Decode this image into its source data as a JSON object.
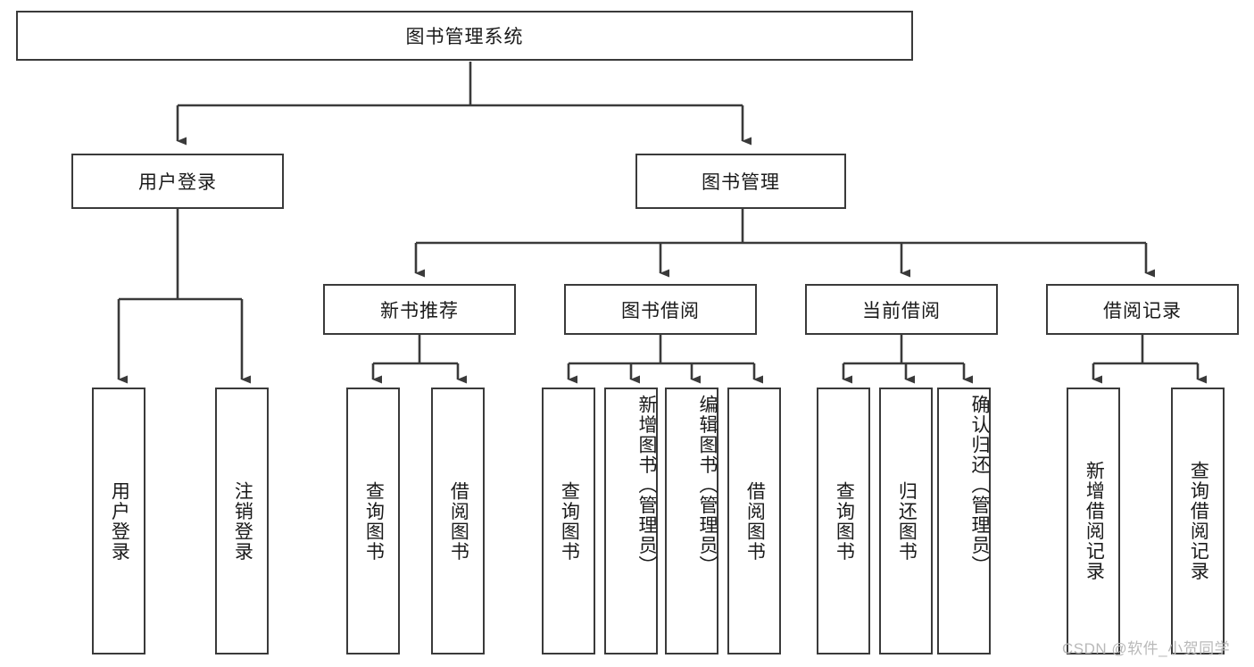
{
  "diagram": {
    "type": "hierarchy-tree",
    "title": "图书管理系统",
    "root": {
      "label": "图书管理系统"
    },
    "level1": [
      {
        "label": "用户登录"
      },
      {
        "label": "图书管理"
      }
    ],
    "level2": [
      {
        "label": "新书推荐"
      },
      {
        "label": "图书借阅"
      },
      {
        "label": "当前借阅"
      },
      {
        "label": "借阅记录"
      }
    ],
    "leaves": {
      "user_login": [
        {
          "label": "用户登录"
        },
        {
          "label": "注销登录"
        }
      ],
      "new_book_recommend": [
        {
          "label": "查询图书"
        },
        {
          "label": "借阅图书"
        }
      ],
      "book_borrow": [
        {
          "label": "查询图书"
        },
        {
          "label": "新增图书（管理员）"
        },
        {
          "label": "编辑图书（管理员）"
        },
        {
          "label": "借阅图书"
        }
      ],
      "current_borrow": [
        {
          "label": "查询图书"
        },
        {
          "label": "归还图书"
        },
        {
          "label": "确认归还（管理员）"
        }
      ],
      "borrow_record": [
        {
          "label": "新增借阅记录"
        },
        {
          "label": "查询借阅记录"
        }
      ]
    }
  },
  "watermark": {
    "text": "CSDN @软件_小贺同学"
  },
  "colors": {
    "box_border": "#3a3a3a",
    "box_fill": "#ffffff",
    "line": "#3a3a3a",
    "text": "#1a1a1a",
    "watermark": "#b9b9b9"
  }
}
